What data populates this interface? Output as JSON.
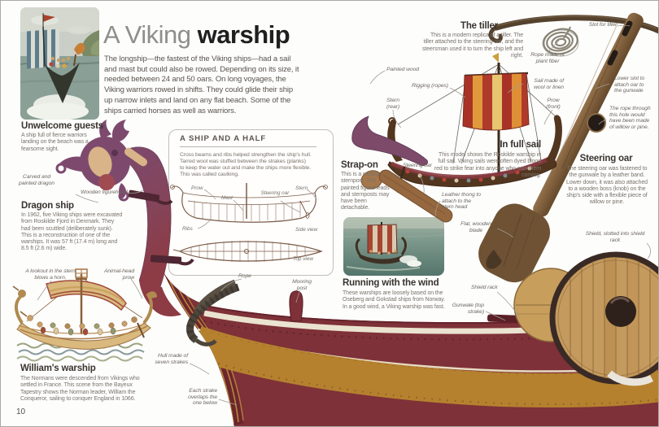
{
  "page": {
    "number": "10"
  },
  "title": {
    "light": "A Viking ",
    "bold": "warship"
  },
  "intro": "The longship—the fastest of the Viking ships—had a sail and mast but could also be rowed. Depending on its size, it needed between 24 and 50 oars. On long voyages, the Viking warriors rowed in shifts. They could glide their ship up narrow inlets and land on any flat beach. Some of the ships carried horses as well as warriors.",
  "sections": {
    "unwelcome_guests": {
      "heading": "Unwelcome guests",
      "body": "A ship full of fierce warriors landing on the beach was a fearsome sight."
    },
    "dragon_ship": {
      "heading": "Dragon ship",
      "body": "In 1962, five Viking ships were excavated from Roskilde Fjord in Denmark. They had been scuttled (deliberately sunk). This is a reconstruction of one of the warships. It was 57 ft (17.4 m) long and 8.5 ft (2.6 m) wide."
    },
    "ship_and_a_half": {
      "heading": "A SHIP AND A HALF",
      "body": "Cross beams and ribs helped strengthen the ship's hull. Tarred wool was stuffed between the strakes (planks) to keep the water out and make the ships more flexible. This was called caulking."
    },
    "strap_on": {
      "heading": "Strap-on",
      "body": "This is a replica sternpost. The painted figureheads and sternposts may have been detachable."
    },
    "the_tiller": {
      "heading": "The tiller",
      "body": "This is a modern replica of a tiller. The tiller attached to the steering oar, and the steersman used it to turn the ship left and right."
    },
    "in_full_sail": {
      "heading": "In full sail",
      "body": "This model shows the Roskilde warship in full sail. Viking sails were often dyed blood red to strike fear into anyone who saw them coming."
    },
    "steering_oar": {
      "heading": "Steering oar",
      "body": "The steering oar was fastened to the gunwale by a leather band. Lower down, it was also attached to a wooden boss (knob) on the ship's side with a flexible piece of willow or pine."
    },
    "running_with_the_wind": {
      "heading": "Running with the wind",
      "body": "These warships are loosely based on the Oseberg and Gokstad ships from Norway. In a good wind, a Viking warship was fast."
    },
    "williams_warship": {
      "heading": "William's warship",
      "body": "The Normans were descended from Vikings who settled in France. This scene from the Bayeux Tapestry shows the Norman leader, William the Conqueror, sailing to conquer England in 1066."
    }
  },
  "diagram_labels": {
    "prow": "Prow",
    "mast": "Mast",
    "steering_oar": "Steering oar",
    "stern": "Stern",
    "ribs": "Ribs",
    "side_view": "Side view",
    "top_view": "Top view"
  },
  "annotations": {
    "carved_dragon": "Carved and painted dragon",
    "wooden_figurehead": "Wooden figurehead",
    "lookout": "A lookout in the stern blows a horn.",
    "animal_head_prow": "Animal-head prow",
    "rope": "Rope",
    "mooring_post": "Mooring post",
    "hull_strakes": "Hull made of seven strakes",
    "strake_overlap": "Each strake overlaps the one below",
    "gunwale": "Gunwale (top strake)",
    "shield_rack": "Shield rack",
    "shield_slotted": "Shield, slotted into shield rack",
    "painted_wood": "Painted wood",
    "rigging": "Rigging (ropes)",
    "stern_rear": "Stern (rear)",
    "sail_wool": "Sail made of wool or linen",
    "prow_front": "Prow (front)",
    "steering_oar_replica": "Steering oar",
    "leather_thong": "Leather thong to attach to the stern head",
    "flat_blade": "Flat, wooden blade",
    "slot_for_tiller": "Slot for tiller",
    "rope_plant_fiber": "Rope made of plant fiber",
    "lower_slot": "Lower slot to attach oar to the gunwale",
    "rope_willow": "The rope through this hole would have been made of willow or pine."
  },
  "colors": {
    "hull_maroon": "#7e3138",
    "strake_gold": "#b5812f",
    "gunwale_cream": "#eae3d0",
    "figurehead_purple": "#7d4a6e",
    "sail_red": "#a93226",
    "sail_orange": "#e09a3c",
    "wood_brown": "#8a6a46"
  }
}
